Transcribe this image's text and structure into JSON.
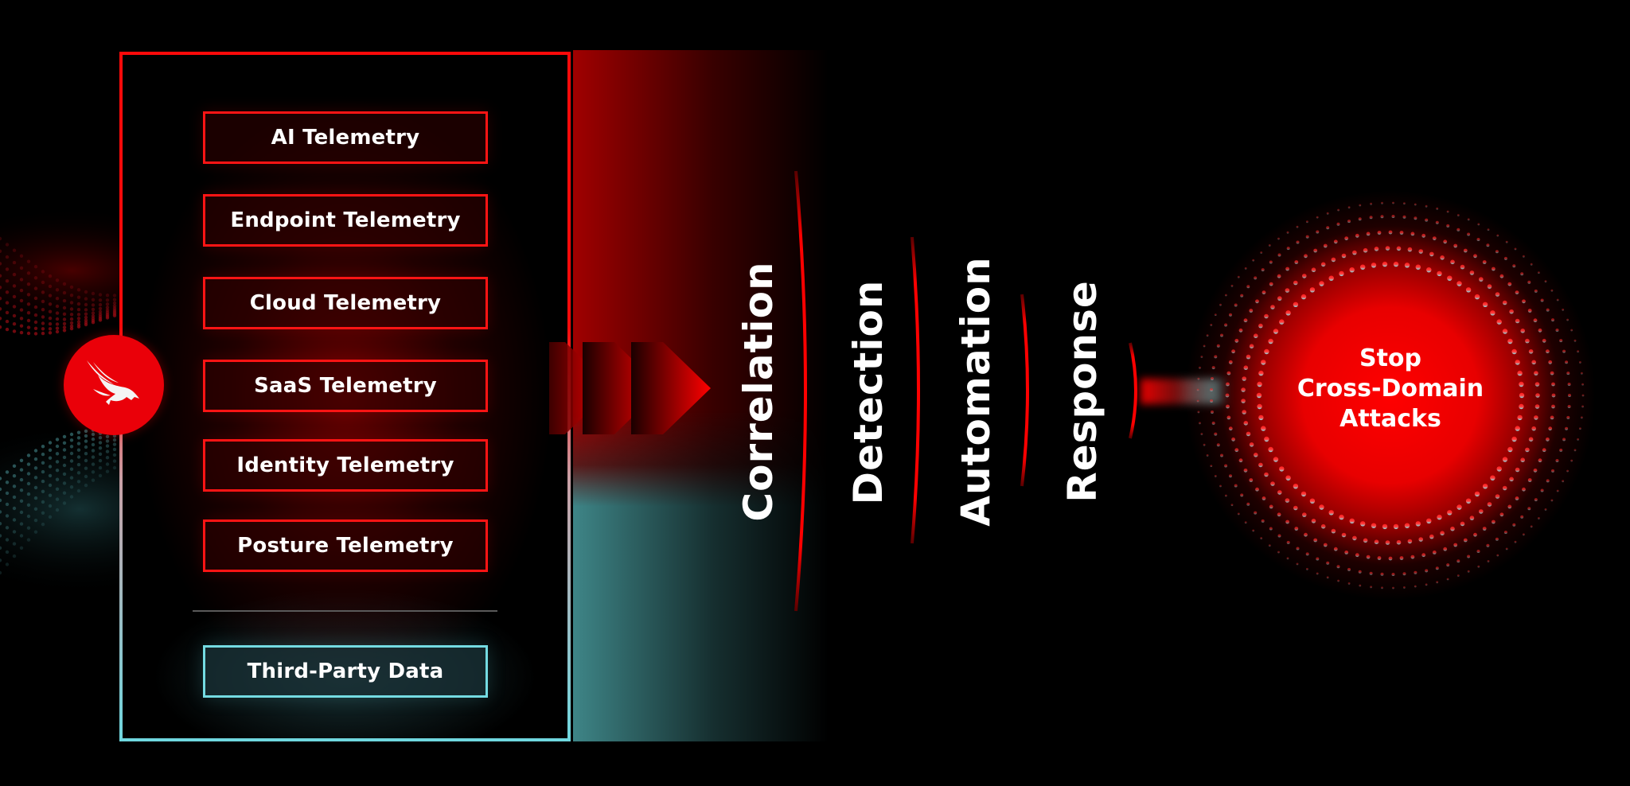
{
  "diagram": {
    "logo": {
      "icon": "falcon-icon",
      "color": "#ea0009"
    },
    "sources_panel": {
      "telemetry": [
        {
          "label": "AI Telemetry"
        },
        {
          "label": "Endpoint Telemetry"
        },
        {
          "label": "Cloud Telemetry"
        },
        {
          "label": "SaaS Telemetry"
        },
        {
          "label": "Identity Telemetry"
        },
        {
          "label": "Posture Telemetry"
        }
      ],
      "third_party": {
        "label": "Third-Party Data"
      }
    },
    "flow_arrows": {
      "icon": "triple-chevron-right-icon",
      "count": 3
    },
    "stages": [
      {
        "label": "Correlation"
      },
      {
        "label": "Detection"
      },
      {
        "label": "Automation"
      },
      {
        "label": "Response"
      }
    ],
    "outcome": {
      "lines": [
        "Stop",
        "Cross-Domain",
        "Attacks"
      ]
    },
    "colors": {
      "accent_red": "#ff0a0a",
      "accent_cyan": "#74dbe2",
      "background": "#000000"
    }
  }
}
